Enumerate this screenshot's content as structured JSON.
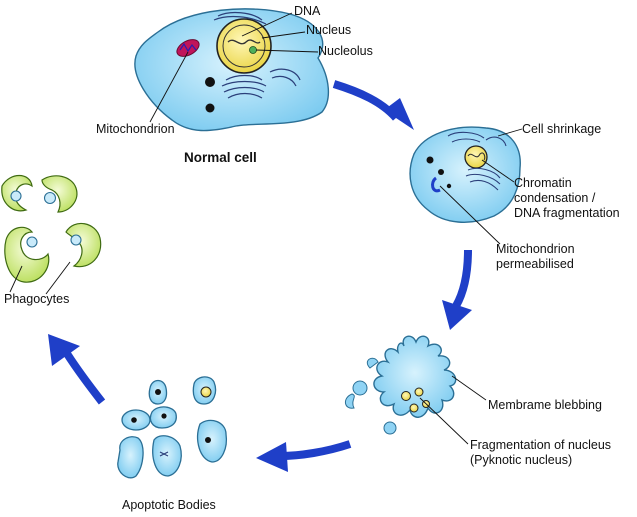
{
  "labels": {
    "dna": "DNA",
    "nucleus": "Nucleus",
    "nucleolus": "Nucleolus",
    "mitochondrion": "Mitochondrion",
    "normal_cell": "Normal cell",
    "cell_shrinkage": "Cell shrinkage",
    "chromatin": [
      "Chromatin",
      "condensation /",
      "DNA fragmentation"
    ],
    "mito_perm": [
      "Mitochondrion",
      "permeabilised"
    ],
    "membrane_blebbing": "Membrame blebbing",
    "fragmentation": [
      "Fragmentation of nucleus",
      "(Pyknotic nucleus)"
    ],
    "apoptotic_bodies": "Apoptotic Bodies",
    "phagocytes": "Phagocytes"
  },
  "colors": {
    "cell_fill": "#8fd3f4",
    "cell_stroke": "#2b6f95",
    "arrow": "#1f3fc8",
    "nucleus_fill": "#f3e45a",
    "phagocyte_fill": "#cfeb7a",
    "mito": "#c0145a"
  }
}
